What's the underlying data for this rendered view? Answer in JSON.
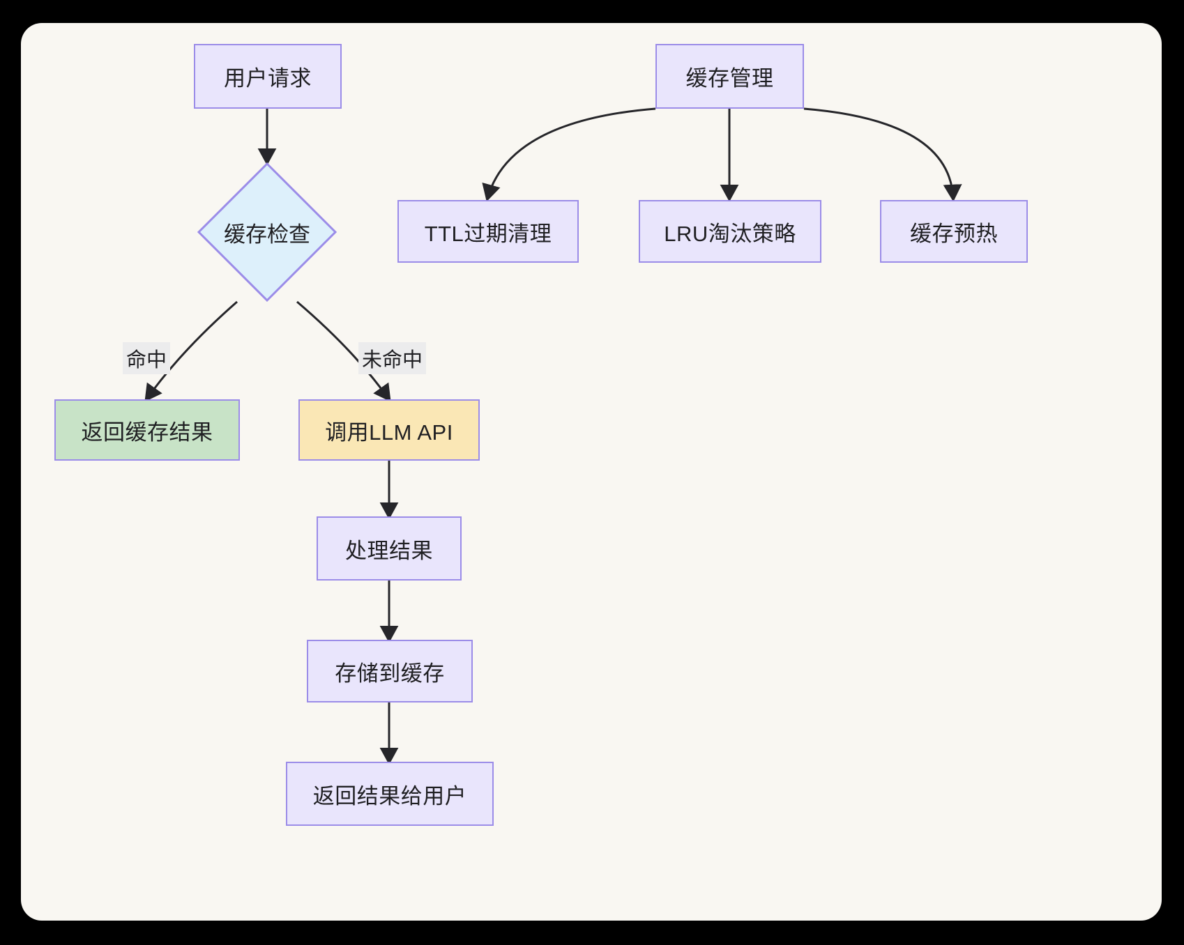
{
  "canvas": {
    "background": "#f9f7f2",
    "outer_background": "#000000"
  },
  "theme": {
    "node_fill": "#e9e5fc",
    "node_border": "#9b8ce8",
    "decision_fill": "#ddf0fb",
    "success_fill": "#c8e3c7",
    "warning_fill": "#fae7b5",
    "edge_color": "#26262a",
    "edge_label_bg": "#ececed",
    "text_color": "#1f1f22"
  },
  "diagram": {
    "type": "flowchart",
    "nodes": [
      {
        "id": "user_request",
        "label": "用户请求",
        "shape": "rect",
        "style": "default"
      },
      {
        "id": "cache_check",
        "label": "缓存检查",
        "shape": "diamond",
        "style": "decision"
      },
      {
        "id": "return_cache",
        "label": "返回缓存结果",
        "shape": "rect",
        "style": "success"
      },
      {
        "id": "call_llm",
        "label": "调用LLM API",
        "shape": "rect",
        "style": "warning"
      },
      {
        "id": "process",
        "label": "处理结果",
        "shape": "rect",
        "style": "default"
      },
      {
        "id": "store_cache",
        "label": "存储到缓存",
        "shape": "rect",
        "style": "default"
      },
      {
        "id": "return_user",
        "label": "返回结果给用户",
        "shape": "rect",
        "style": "default"
      },
      {
        "id": "cache_mgmt",
        "label": "缓存管理",
        "shape": "rect",
        "style": "default"
      },
      {
        "id": "ttl_cleanup",
        "label": "TTL过期清理",
        "shape": "rect",
        "style": "default"
      },
      {
        "id": "lru_policy",
        "label": "LRU淘汰策略",
        "shape": "rect",
        "style": "default"
      },
      {
        "id": "cache_warmup",
        "label": "缓存预热",
        "shape": "rect",
        "style": "default"
      }
    ],
    "edges": [
      {
        "from": "user_request",
        "to": "cache_check",
        "label": ""
      },
      {
        "from": "cache_check",
        "to": "return_cache",
        "label": "命中"
      },
      {
        "from": "cache_check",
        "to": "call_llm",
        "label": "未命中"
      },
      {
        "from": "call_llm",
        "to": "process",
        "label": ""
      },
      {
        "from": "process",
        "to": "store_cache",
        "label": ""
      },
      {
        "from": "store_cache",
        "to": "return_user",
        "label": ""
      },
      {
        "from": "cache_mgmt",
        "to": "ttl_cleanup",
        "label": ""
      },
      {
        "from": "cache_mgmt",
        "to": "lru_policy",
        "label": ""
      },
      {
        "from": "cache_mgmt",
        "to": "cache_warmup",
        "label": ""
      }
    ],
    "edge_labels": {
      "hit": "命中",
      "miss": "未命中"
    }
  }
}
